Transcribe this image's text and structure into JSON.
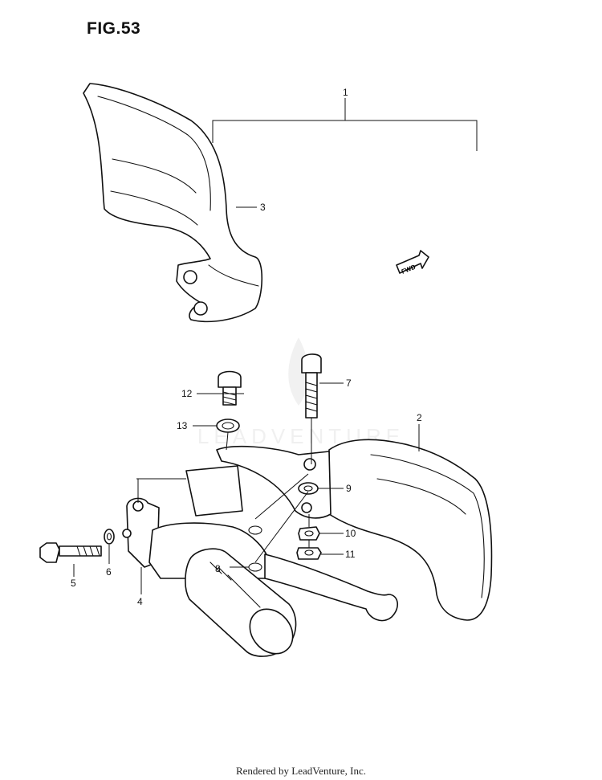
{
  "figure": {
    "title": "FIG.53"
  },
  "footer": {
    "text": "Rendered by LeadVenture, Inc."
  },
  "watermark": {
    "text": "LEADVENTURE"
  },
  "fwd_tag": {
    "text": "FWD"
  },
  "callouts": [
    {
      "id": "1",
      "label": "1"
    },
    {
      "id": "2",
      "label": "2"
    },
    {
      "id": "3",
      "label": "3"
    },
    {
      "id": "4",
      "label": "4"
    },
    {
      "id": "5",
      "label": "5"
    },
    {
      "id": "6",
      "label": "6"
    },
    {
      "id": "7",
      "label": "7"
    },
    {
      "id": "8",
      "label": "8"
    },
    {
      "id": "9",
      "label": "9"
    },
    {
      "id": "10",
      "label": "10"
    },
    {
      "id": "11",
      "label": "11"
    },
    {
      "id": "12",
      "label": "12"
    },
    {
      "id": "13",
      "label": "13"
    }
  ]
}
